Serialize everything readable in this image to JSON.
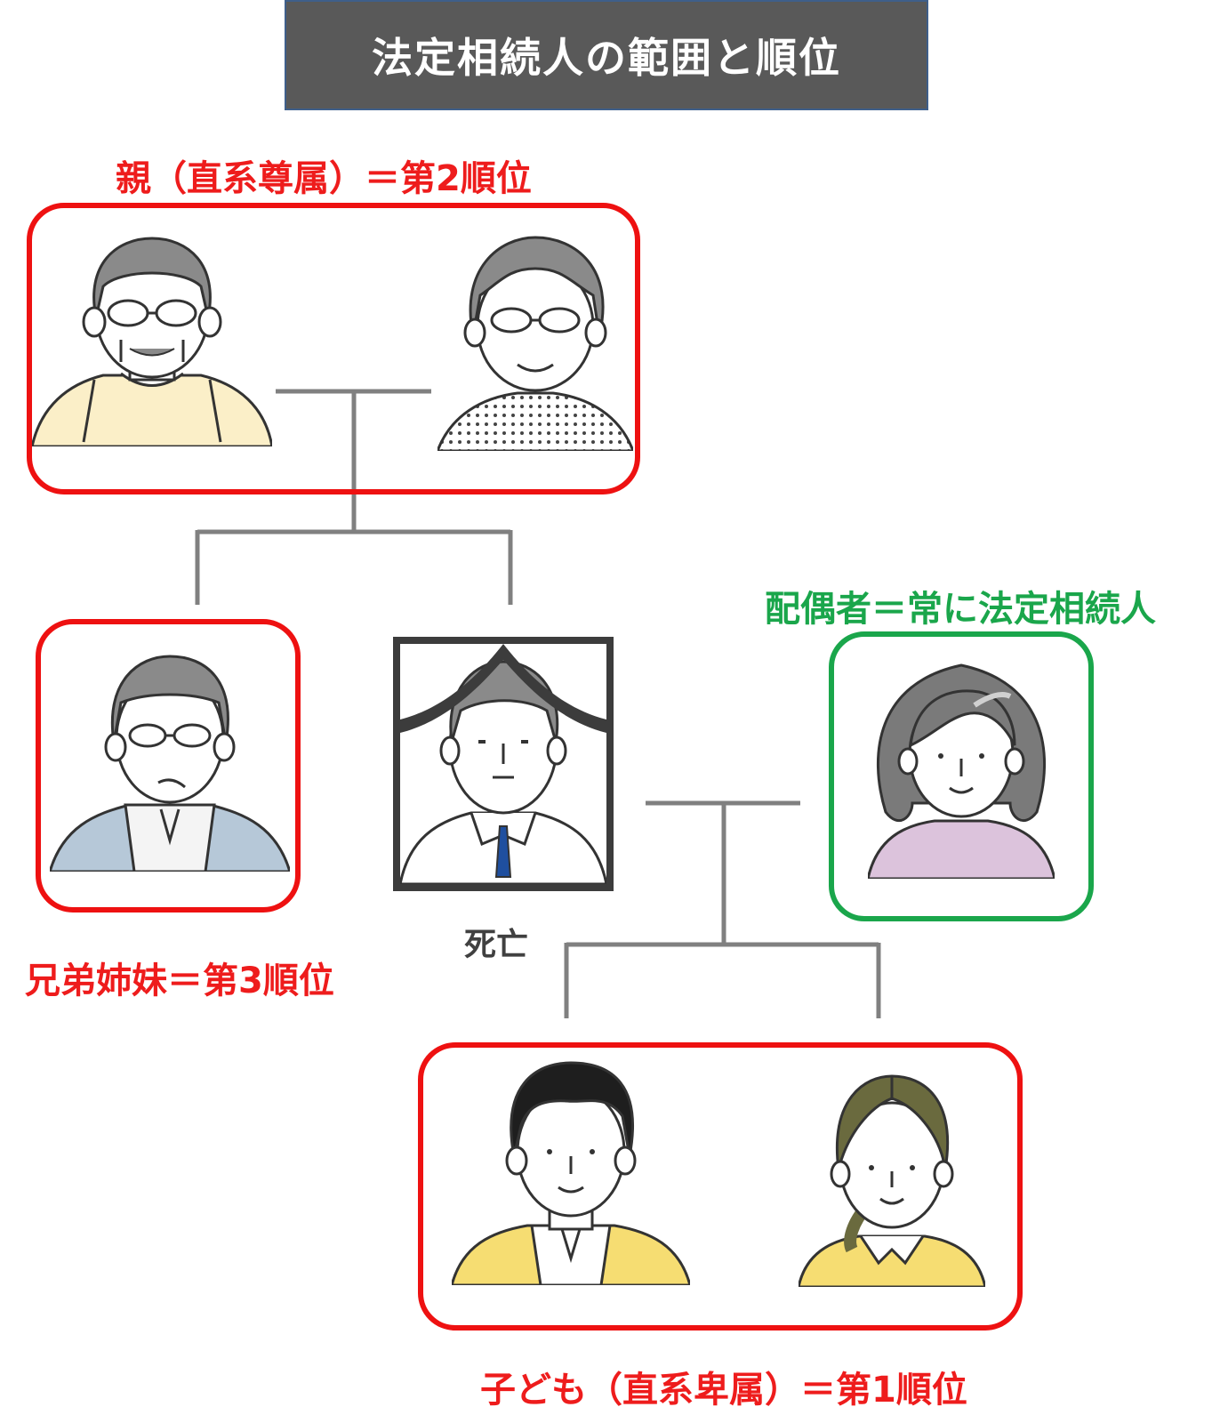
{
  "title": "法定相続人の範囲と順位",
  "labels": {
    "parents": "親（直系尊属）＝第2順位",
    "siblings": "兄弟姉妹＝第3順位",
    "spouse": "配偶者＝常に法定相続人",
    "deceased": "死亡",
    "children": "子ども（直系卑属）＝第1順位"
  },
  "colors": {
    "title_bg": "#595959",
    "heir_rank": "#ee1c1c",
    "spouse": "#1aa64b",
    "connector": "#808080"
  },
  "people": [
    {
      "role": "father",
      "icon": "elderly-man-icon"
    },
    {
      "role": "mother",
      "icon": "elderly-woman-icon"
    },
    {
      "role": "sibling",
      "icon": "middle-aged-man-icon"
    },
    {
      "role": "deceased",
      "icon": "mourning-portrait-icon"
    },
    {
      "role": "spouse",
      "icon": "woman-icon"
    },
    {
      "role": "son",
      "icon": "young-man-icon"
    },
    {
      "role": "daughter",
      "icon": "young-woman-icon"
    }
  ]
}
